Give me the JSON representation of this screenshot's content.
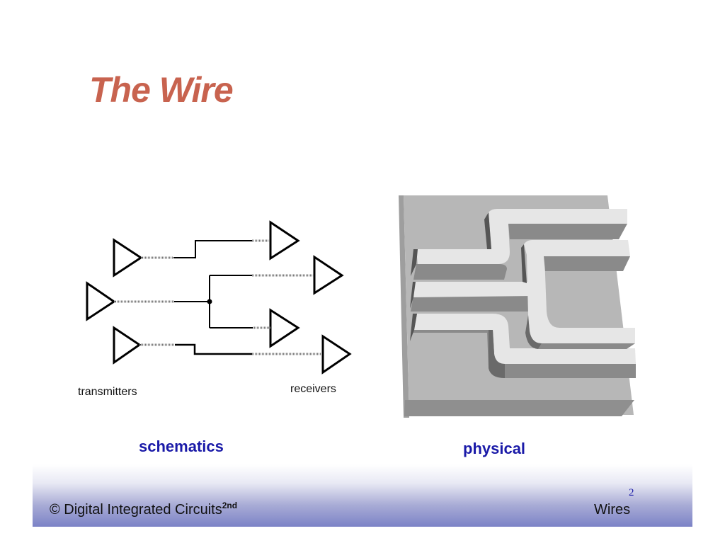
{
  "slide": {
    "title": "The Wire",
    "title_color": "#c8634f",
    "caption_color": "#1a1aa8"
  },
  "schematic": {
    "caption": "schematics",
    "transmitters_label": "transmitters",
    "receivers_label": "receivers",
    "transmitter_count": 3,
    "receiver_count": 4
  },
  "physical": {
    "caption": "physical",
    "wire_count": 3
  },
  "footer": {
    "copyright": "© Digital Integrated Circuits",
    "edition": "2nd",
    "section": "Wires",
    "page_number": "2"
  }
}
